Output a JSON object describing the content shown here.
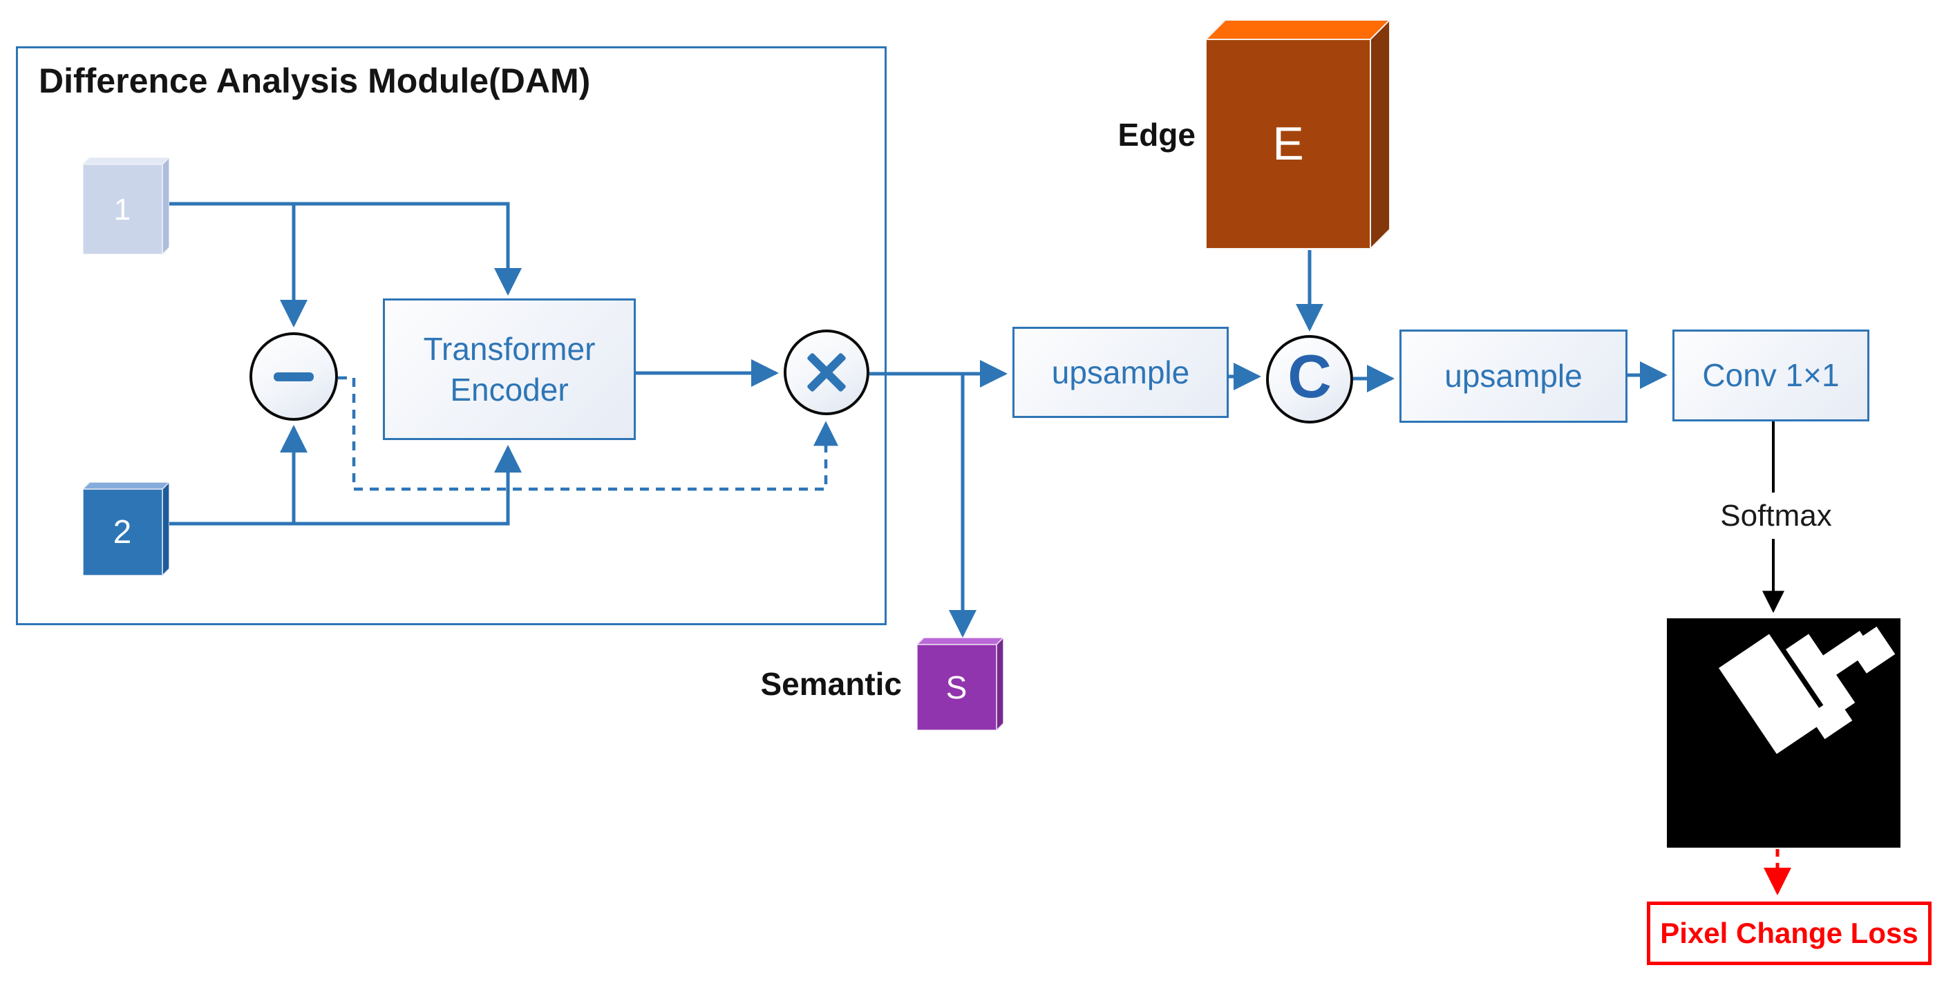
{
  "dam": {
    "title": "Difference Analysis Module(DAM)",
    "cube1_label": "1",
    "cube2_label": "2",
    "encoder_line1": "Transformer",
    "encoder_line2": "Encoder"
  },
  "operators": {
    "subtract": "−",
    "multiply": "×",
    "concat": "C"
  },
  "pipeline": {
    "upsample1_label": "upsample",
    "upsample2_label": "upsample",
    "conv_label": "Conv 1×1",
    "softmax_label": "Softmax"
  },
  "edge": {
    "label": "Edge",
    "cube_letter": "E"
  },
  "semantic": {
    "label": "Semantic",
    "cube_letter": "S"
  },
  "loss": {
    "label": "Pixel Change Loss"
  },
  "colors": {
    "accent_blue": "#2E75B6",
    "cube1_front": "#CBD5EA",
    "cube2_front": "#2E75B6",
    "edge_cube_front": "#A4440C",
    "edge_cube_top": "#FF6B04",
    "semantic_cube_front": "#9135AE",
    "mask_background": "#000000",
    "mask_shapes": "#FFFFFF",
    "loss_red": "#FF0000"
  }
}
